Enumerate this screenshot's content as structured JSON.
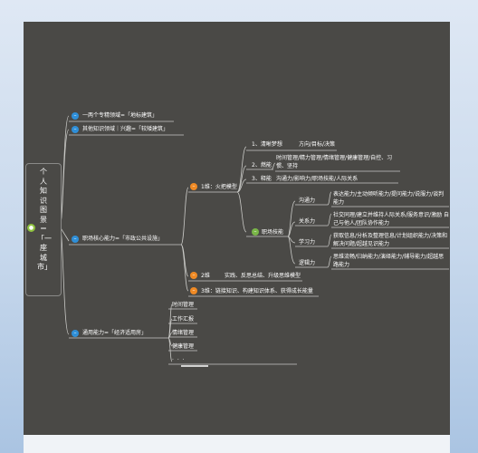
{
  "root": {
    "title": "个人知识图景＝「一座城市」",
    "icon": "mindmap-icon"
  },
  "main": {
    "n1": "一两个专精领域=「地标建筑」",
    "n2": "其他知识领域｜兴趣=「较矮建筑」",
    "n3": "职场核心能力=「市政公共设施」",
    "n4": "通用能力=「经济适用房」"
  },
  "dims": {
    "d1": "1维：火把模型",
    "d2": "2维",
    "d2_desc": "实践、反思总结、升级思维模型",
    "d3": "3维：链接知识、构建知识体系、获得成长能量"
  },
  "torch": {
    "clear_label": "1、清晰梦想",
    "clear_text": "方向/目标/决策",
    "fuel_label": "2、燃能",
    "fuel_text": "时间管理/精力管理/情绪管理/健康管理/自控、习惯、坚持",
    "mfuel_label": "3、释能",
    "mfuel_text": "沟通力/影响力/职场技能/人际关系"
  },
  "skills": {
    "label": "职场技能",
    "items": [
      {
        "name": "沟通力",
        "desc": "表达能力/主动倾听能力/提问能力/说服力/谈判能力"
      },
      {
        "name": "关系力",
        "desc": "社交同理/建立并维持人际关系/服务意识/激励 自己与他人/团队协作能力"
      },
      {
        "name": "学习力",
        "desc": "获取信息/分析及整理信息/计划组织能力/决策和解决问题/超越见识能力"
      },
      {
        "name": "逻辑力",
        "desc": "思维流畅/归纳能力/演绎能力/辅导能力/超越思路能力"
      }
    ]
  },
  "general": {
    "items": [
      "时间管理",
      "工作汇报",
      "情绪管理",
      "健康管理"
    ],
    "more": "· · ·"
  }
}
